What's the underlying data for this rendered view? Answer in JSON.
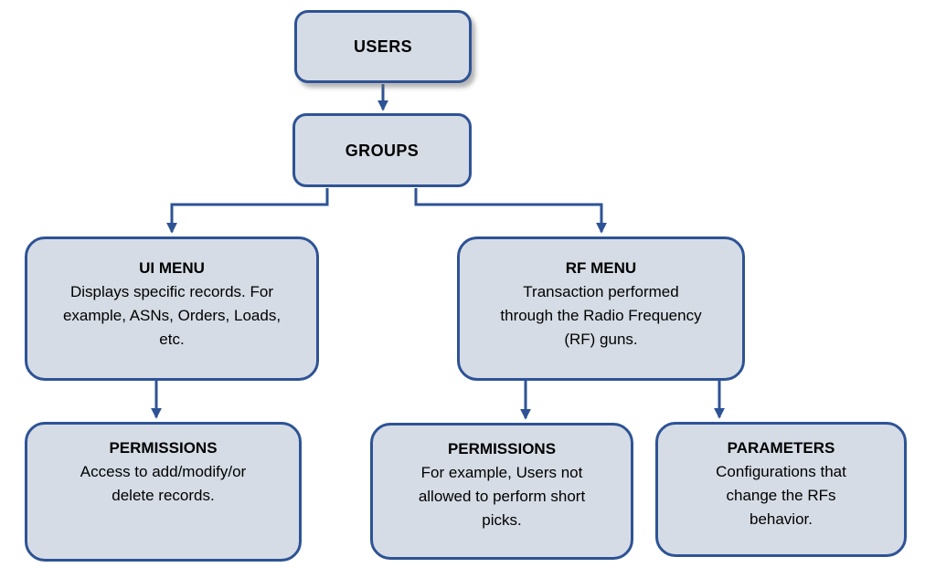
{
  "diagram": {
    "colors": {
      "background": "#ffffff",
      "box_fill": "#D6DCE5",
      "box_border": "#2E5395",
      "arrow": "#2E5395",
      "text": "#000000"
    },
    "nodes": [
      {
        "id": "users",
        "title": "USERS",
        "body": ""
      },
      {
        "id": "groups",
        "title": "GROUPS",
        "body": ""
      },
      {
        "id": "ui-menu",
        "title": "UI MENU",
        "body": "Displays specific records. For\nexample, ASNs, Orders, Loads,\netc."
      },
      {
        "id": "rf-menu",
        "title": "RF MENU",
        "body": "Transaction performed\nthrough the Radio Frequency\n(RF) guns."
      },
      {
        "id": "permissions-ui",
        "title": "PERMISSIONS",
        "body": "Access to add/modify/or\ndelete records."
      },
      {
        "id": "permissions-rf",
        "title": "PERMISSIONS",
        "body": "For example, Users not\nallowed to perform short\npicks."
      },
      {
        "id": "parameters",
        "title": "PARAMETERS",
        "body": "Configurations that\nchange the RFs\nbehavior."
      }
    ],
    "edges": [
      {
        "from": "users",
        "to": "groups"
      },
      {
        "from": "groups",
        "to": "ui-menu"
      },
      {
        "from": "groups",
        "to": "rf-menu"
      },
      {
        "from": "ui-menu",
        "to": "permissions-ui"
      },
      {
        "from": "rf-menu",
        "to": "permissions-rf"
      },
      {
        "from": "rf-menu",
        "to": "parameters"
      }
    ]
  }
}
